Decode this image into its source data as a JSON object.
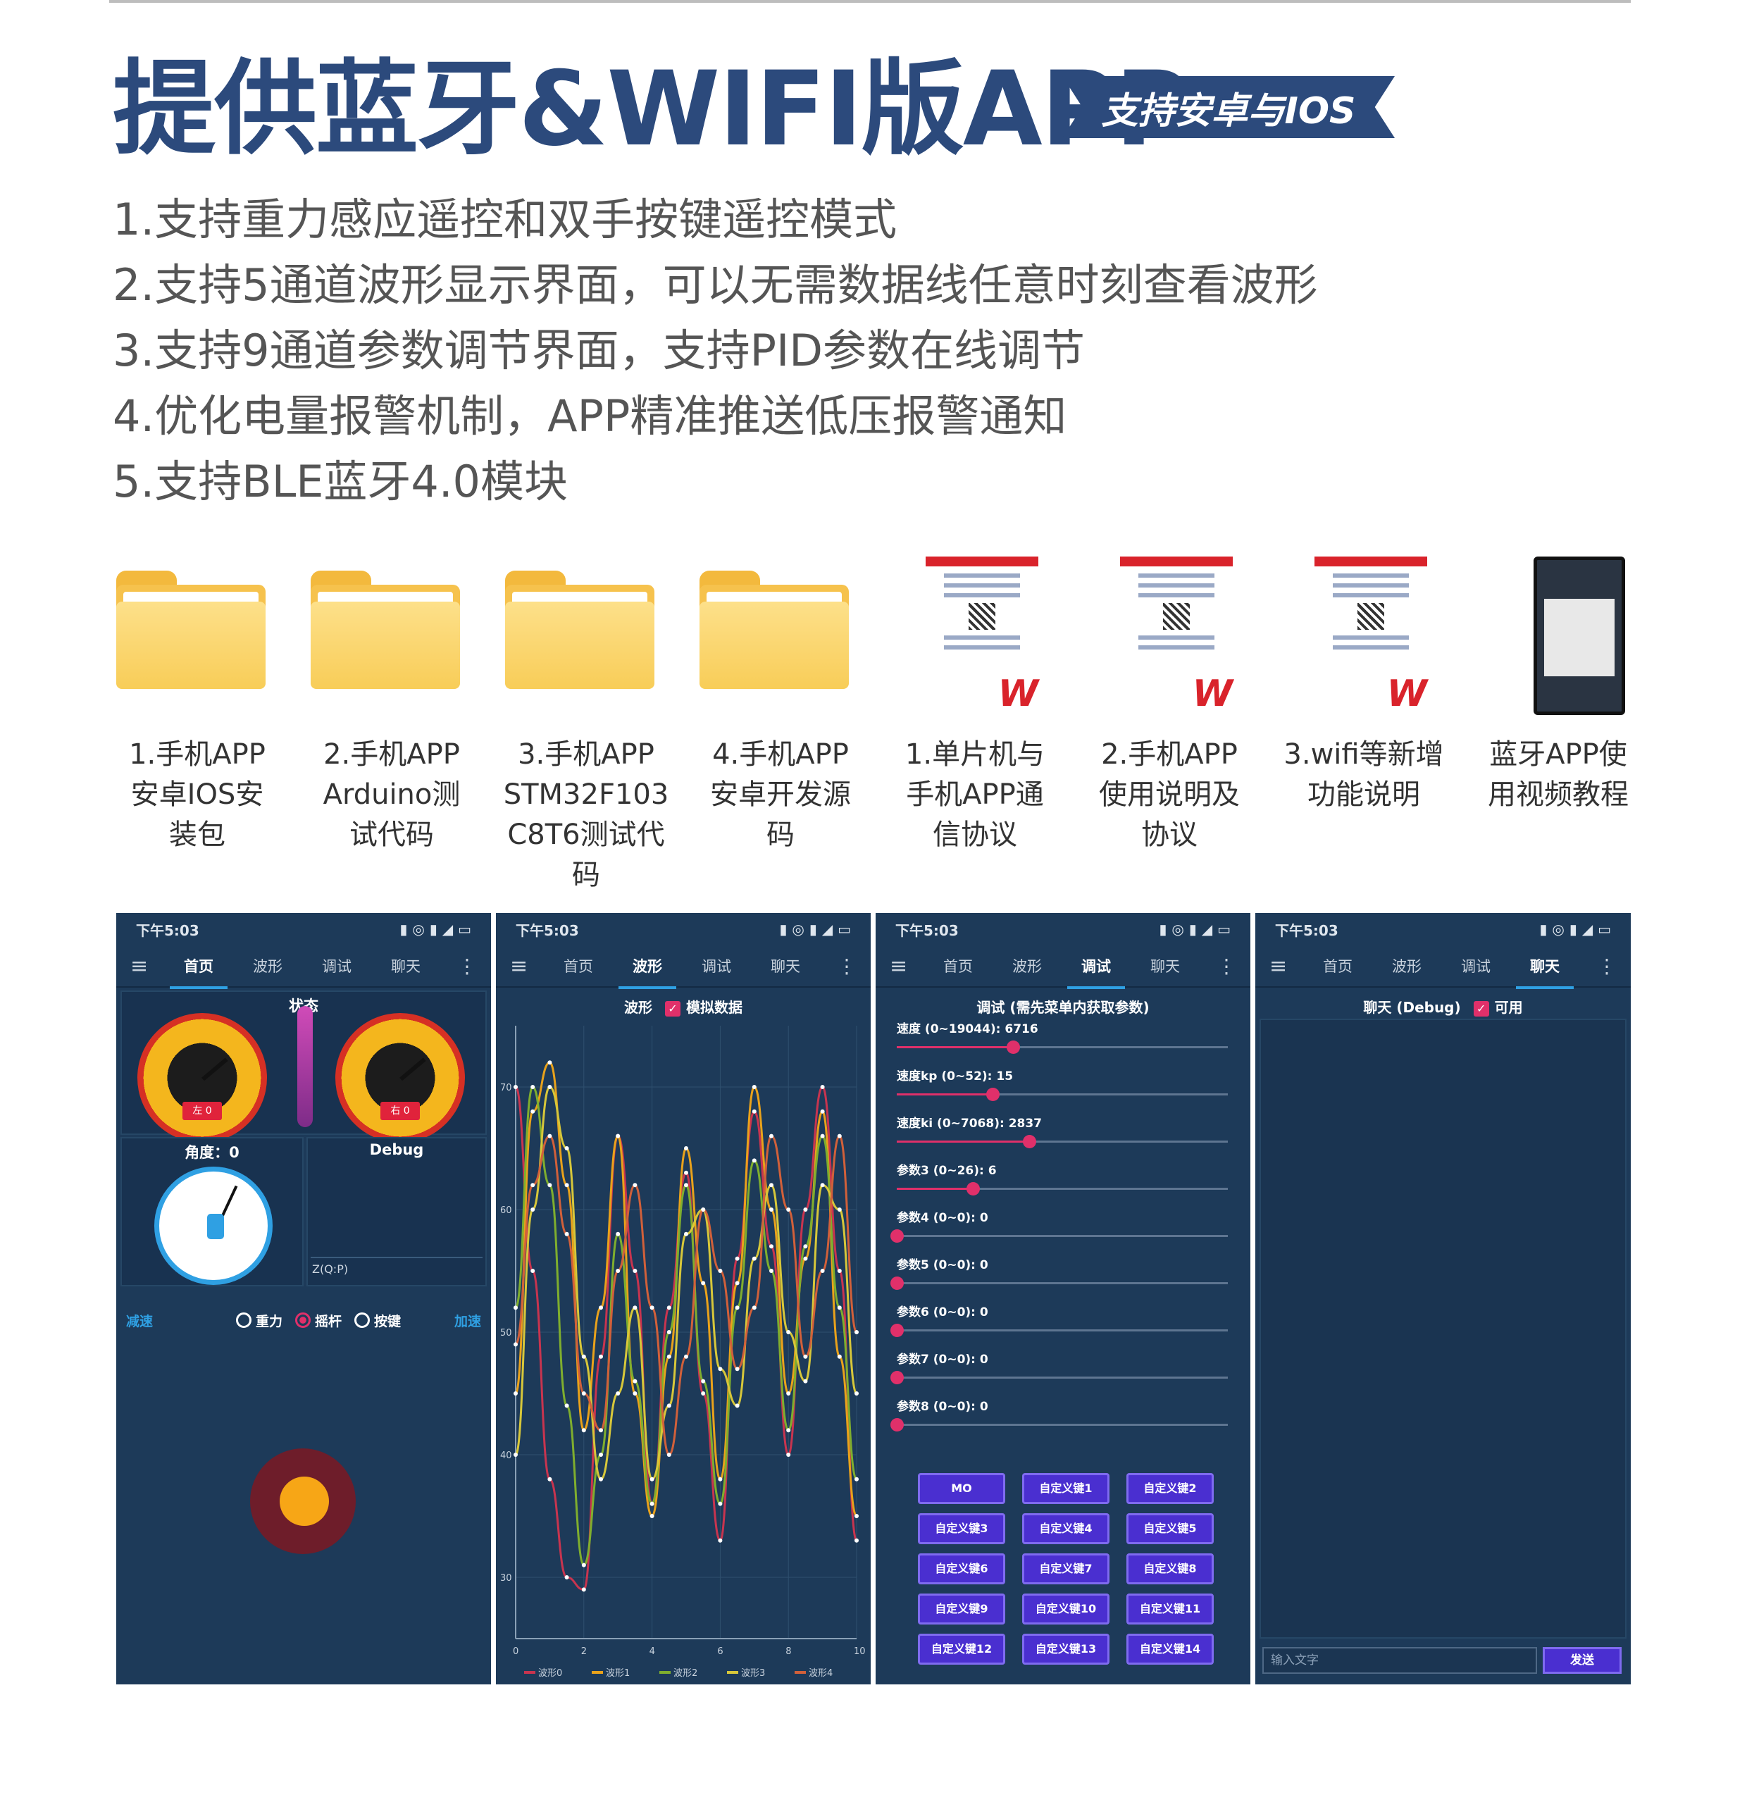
{
  "header": {
    "title": "提供蓝牙&WIFI版APP",
    "badge": "支持安卓与IOS"
  },
  "features": [
    "1.支持重力感应遥控和双手按键遥控模式",
    "2.支持5通道波形显示界面，可以无需数据线任意时刻查看波形",
    "3.支持9通道参数调节界面，支持PID参数在线调节",
    "4.优化电量报警机制，APP精准推送低压报警通知",
    "5.支持BLE蓝牙4.0模块"
  ],
  "downloads": [
    {
      "type": "folder-icon",
      "lines": [
        "1.手机APP",
        "安卓IOS安",
        "装包"
      ]
    },
    {
      "type": "folder-icon",
      "lines": [
        "2.手机APP",
        "Arduino测",
        "试代码"
      ]
    },
    {
      "type": "folder-icon",
      "lines": [
        "3.手机APP",
        "STM32F103",
        "C8T6测试代",
        "码"
      ]
    },
    {
      "type": "folder-icon",
      "lines": [
        "4.手机APP",
        "安卓开发源",
        "码"
      ]
    },
    {
      "type": "pdf-icon",
      "lines": [
        "1.单片机与",
        "手机APP通",
        "信协议"
      ]
    },
    {
      "type": "pdf-icon",
      "lines": [
        "2.手机APP",
        "使用说明及",
        "协议"
      ]
    },
    {
      "type": "pdf-icon",
      "lines": [
        "3.wifi等新增",
        "功能说明"
      ]
    },
    {
      "type": "video-icon",
      "lines": [
        "蓝牙APP使",
        "用视频教程"
      ]
    }
  ],
  "phones": {
    "time": "下午5:03",
    "nav_tabs": [
      "首页",
      "波形",
      "调试",
      "聊天"
    ],
    "home": {
      "status_title": "状态",
      "angle_label": "角度：0",
      "debug_label": "Debug",
      "coord_label": "Z(Q:P)",
      "mode_left": "减速",
      "mode_right": "加速",
      "modes": [
        "重力",
        "摇杆",
        "按键"
      ],
      "selected_mode": "摇杆"
    },
    "wave": {
      "title": "波形",
      "checkbox_label": "模拟数据"
    },
    "debug": {
      "title": "调试 (需先菜单内获取参数)",
      "params": [
        {
          "label": "速度 (0~19044): 6716",
          "fraction": 0.35
        },
        {
          "label": "速度kp (0~52): 15",
          "fraction": 0.29
        },
        {
          "label": "速度ki (0~7068): 2837",
          "fraction": 0.4
        },
        {
          "label": "参数3 (0~26): 6",
          "fraction": 0.23
        },
        {
          "label": "参数4 (0~0): 0",
          "fraction": 0
        },
        {
          "label": "参数5 (0~0): 0",
          "fraction": 0
        },
        {
          "label": "参数6 (0~0): 0",
          "fraction": 0
        },
        {
          "label": "参数7 (0~0): 0",
          "fraction": 0
        },
        {
          "label": "参数8 (0~0): 0",
          "fraction": 0
        }
      ],
      "buttons": [
        "MO",
        "自定义键1",
        "自定义键2",
        "自定义键3",
        "自定义键4",
        "自定义键5",
        "自定义键6",
        "自定义键7",
        "自定义键8",
        "自定义键9",
        "自定义键10",
        "自定义键11",
        "自定义键12",
        "自定义键13",
        "自定义键14"
      ]
    },
    "chat": {
      "title": "聊天 (Debug)",
      "checkbox_label": "可用",
      "input_placeholder": "输入文字",
      "send_label": "发送"
    }
  },
  "colors": {
    "title_blue": "#2c4a7c",
    "phone_bg": "#1d3a59",
    "accent_pink": "#e0306a",
    "accent_blue": "#2fa0e3",
    "button_purple": "#4a2fd0"
  },
  "chart_data": {
    "type": "line",
    "x": [
      0,
      0.5,
      1,
      1.5,
      2,
      2.5,
      3,
      3.5,
      4,
      4.5,
      5,
      5.5,
      6,
      6.5,
      7,
      7.5,
      8,
      8.5,
      9,
      9.5,
      10
    ],
    "xticks": [
      "0",
      "2",
      "4",
      "6",
      "8",
      "10"
    ],
    "yticks": [
      "30",
      "40",
      "50",
      "60",
      "70"
    ],
    "ylim": [
      25,
      75
    ],
    "xlim": [
      0,
      10
    ],
    "legend": [
      "波形0",
      "波形1",
      "波形2",
      "波形3",
      "波形4"
    ],
    "series": [
      {
        "name": "波形0",
        "color": "#c8344f",
        "values": [
          70,
          55,
          38,
          30,
          29,
          48,
          66,
          55,
          36,
          52,
          63,
          45,
          33,
          56,
          68,
          57,
          40,
          60,
          70,
          55,
          33
        ]
      },
      {
        "name": "波形1",
        "color": "#e9a21b",
        "values": [
          45,
          68,
          72,
          62,
          42,
          52,
          66,
          45,
          35,
          48,
          65,
          54,
          38,
          54,
          70,
          60,
          45,
          56,
          68,
          48,
          35
        ]
      },
      {
        "name": "波形2",
        "color": "#7fae2e",
        "values": [
          52,
          70,
          62,
          44,
          31,
          40,
          58,
          46,
          36,
          50,
          62,
          46,
          36,
          52,
          64,
          55,
          42,
          57,
          66,
          52,
          38
        ]
      },
      {
        "name": "波形3",
        "color": "#d7c73a",
        "values": [
          40,
          60,
          70,
          65,
          48,
          38,
          45,
          52,
          38,
          44,
          58,
          60,
          47,
          44,
          56,
          62,
          50,
          46,
          62,
          60,
          45
        ]
      },
      {
        "name": "波形4",
        "color": "#d1603a",
        "values": [
          49,
          62,
          66,
          58,
          45,
          42,
          55,
          62,
          52,
          40,
          48,
          60,
          55,
          47,
          52,
          66,
          60,
          48,
          55,
          66,
          50
        ]
      }
    ]
  }
}
